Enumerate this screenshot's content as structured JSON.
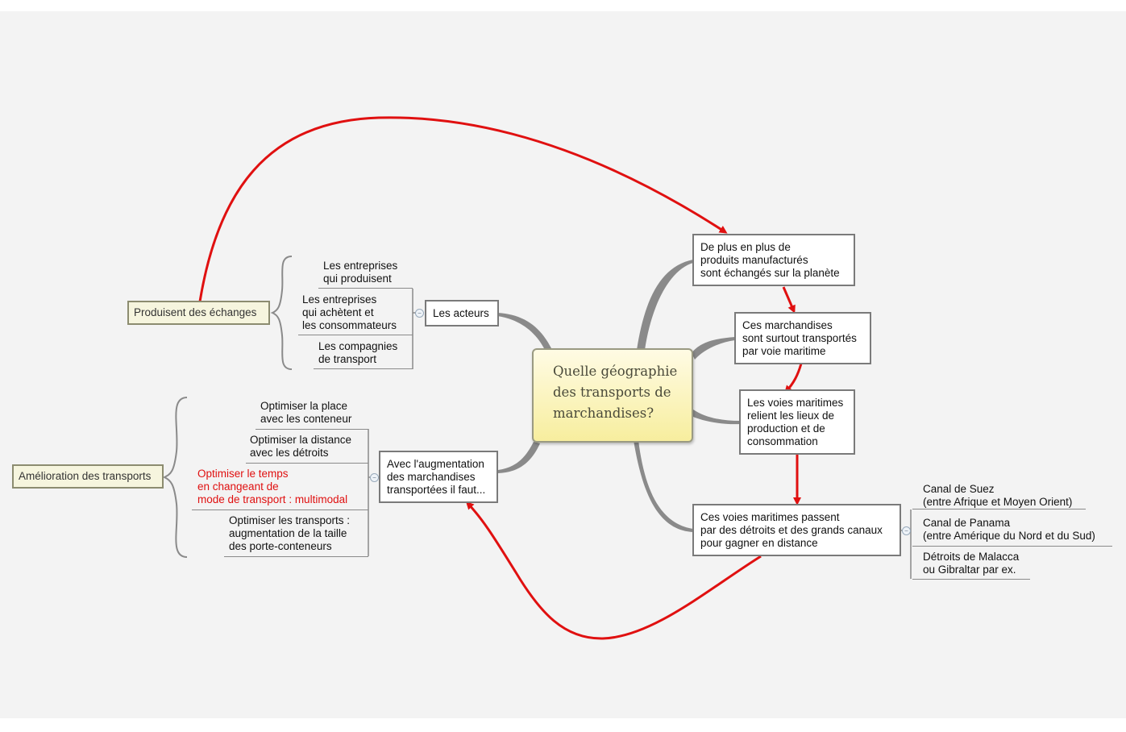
{
  "central": "Quelle géographie\ndes transports de\nmarchandises?",
  "right_topics": [
    "De plus en plus de\nproduits manufacturés\nsont échangés sur la planète",
    "Ces marchandises\nsont surtout transportés\npar voie maritime",
    "Les voies maritimes\nrelient les lieux de\nproduction et de\nconsommation",
    "Ces voies maritimes passent\npar des détroits et des grands canaux\npour gagner en distance"
  ],
  "canals": [
    "Canal de Suez\n(entre Afrique et Moyen Orient)",
    "Canal de Panama\n(entre Amérique du Nord et du Sud)",
    "Détroits de Malacca\nou Gibraltar par ex."
  ],
  "acteurs": {
    "label": "Les acteurs",
    "items": [
      "Les entreprises\nqui produisent",
      "Les entreprises\nqui achètent et\nles consommateurs",
      "Les compagnies\nde transport"
    ],
    "summary": "Produisent des échanges"
  },
  "augmentation": {
    "label": "Avec l'augmentation\ndes marchandises\ntransportées il faut...",
    "items": [
      "Optimiser la place\navec les conteneur",
      "Optimiser la distance\navec les détroits",
      "Optimiser le temps\nen changeant de\nmode de transport : multimodal",
      "Optimiser les transports :\naugmentation de la taille\ndes porte-conteneurs"
    ],
    "summary": "Amélioration des transports"
  },
  "colors": {
    "relationship": "#e01010",
    "branch": "#8a8a8a",
    "highlight_text": "#e01010"
  }
}
